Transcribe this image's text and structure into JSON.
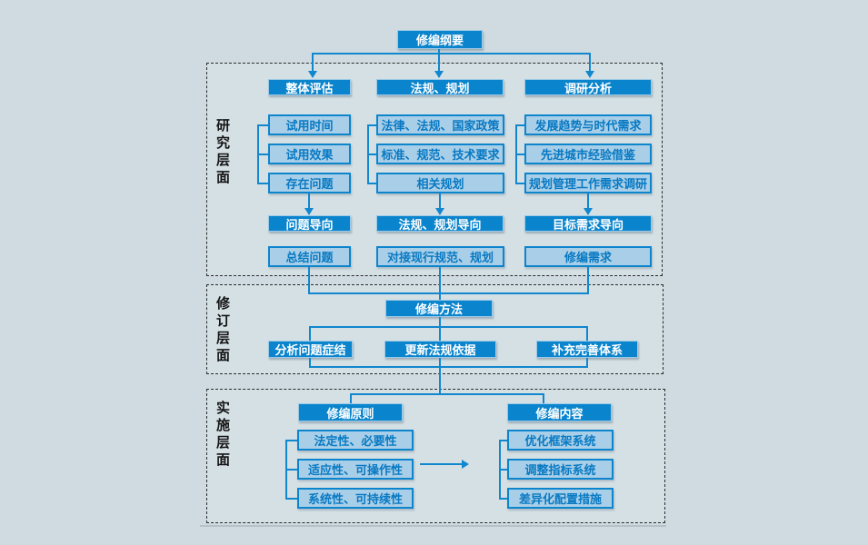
{
  "title_box": "修编纲要",
  "section_labels": {
    "research": "研究层面",
    "revision": "修订层面",
    "implementation": "实施层面"
  },
  "research": {
    "columns": [
      {
        "header": "整体评估",
        "items": [
          "试用时间",
          "试用效果",
          "存在问题"
        ],
        "orientation": "问题导向",
        "outcome": "总结问题"
      },
      {
        "header": "法规、规划",
        "items": [
          "法律、法规、国家政策",
          "标准、规范、技术要求",
          "相关规划"
        ],
        "orientation": "法规、规划导向",
        "outcome": "对接现行规范、规划"
      },
      {
        "header": "调研分析",
        "items": [
          "发展趋势与时代需求",
          "先进城市经验借鉴",
          "规划管理工作需求调研"
        ],
        "orientation": "目标需求导向",
        "outcome": "修编需求"
      }
    ]
  },
  "revision": {
    "method": "修编方法",
    "actions": [
      "分析问题症结",
      "更新法规依据",
      "补充完善体系"
    ]
  },
  "implementation": {
    "principles": {
      "header": "修编原则",
      "items": [
        "法定性、必要性",
        "适应性、可操作性",
        "系统性、可持续性"
      ]
    },
    "contents": {
      "header": "修编内容",
      "items": [
        "优化框架系统",
        "调整指标系统",
        "差异化配置措施"
      ]
    }
  },
  "colors": {
    "page_bg": "#cfdbe0",
    "section_bg": "#d5e0e5",
    "box_dark_fill": "#0a84cc",
    "box_dark_text": "#ffffff",
    "box_light_fill": "#a9cfe8",
    "box_light_border": "#0d85cd",
    "box_light_text": "#0879c3",
    "connector": "#1187ce"
  }
}
